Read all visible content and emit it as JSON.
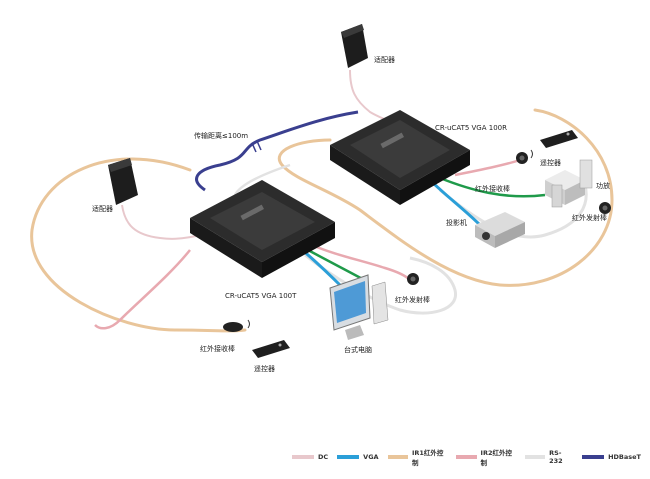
{
  "labels": {
    "adapter_top": "适配器",
    "adapter_left": "适配器",
    "distance": "传输距离≤100m",
    "receiver_name": "CR-uCAT5 VGA 100R",
    "transmitter_name": "CR-uCAT5 VGA 100T",
    "ir_receiver_right": "红外接收棒",
    "remote_right": "遥控器",
    "amplifier": "功放",
    "ir_emitter_right": "红外发射棒",
    "projector": "投影机",
    "ir_emitter_mid": "红外发射棒",
    "desktop_pc": "台式电脑",
    "ir_receiver_left": "红外接收棒",
    "remote_left": "遥控器"
  },
  "legend": [
    {
      "label": "DC",
      "color": "#e8c8cc"
    },
    {
      "label": "VGA",
      "color": "#2b9fd8"
    },
    {
      "label": "IR1红外控制",
      "color": "#e9c59a"
    },
    {
      "label": "IR2红外控制",
      "color": "#e8a9b0"
    },
    {
      "label": "RS-232",
      "color": "#e2e2e2"
    },
    {
      "label": "HDBaseT",
      "color": "#3a3f8f"
    }
  ],
  "cable_colors": {
    "dc": "#e8c8cc",
    "vga": "#2b9fd8",
    "ir1": "#e9c59a",
    "ir2": "#e8a9b0",
    "rs232": "#e0e0e0",
    "hdbaset": "#3a3f8f",
    "audio_green": "#1f9a4a"
  }
}
